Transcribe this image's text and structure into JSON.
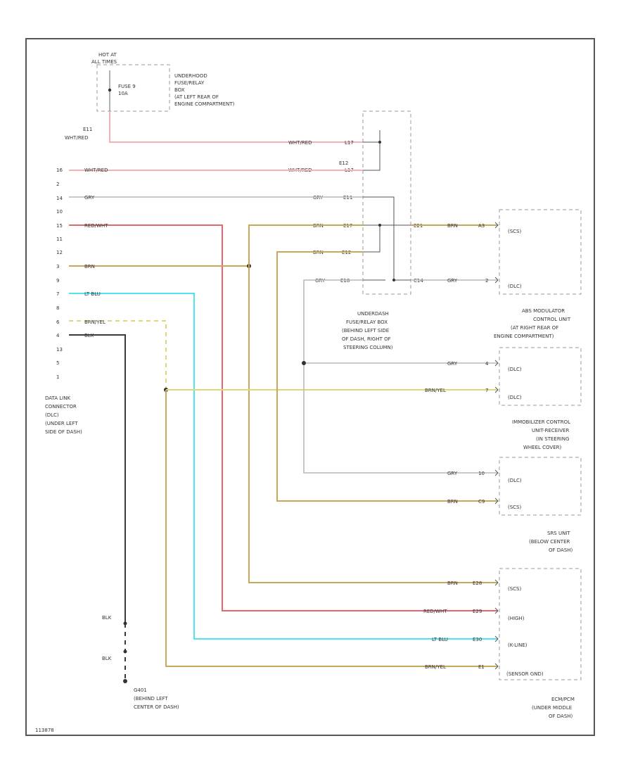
{
  "colors": {
    "pink": "#f4b2b7",
    "red": "#e5666e",
    "grey": "#b9b9b9",
    "brown": "#c9a85c",
    "lt_blue": "#4fe4ef",
    "yellow": "#ddd87a",
    "black": "#3a3a3a",
    "frame": "#555555"
  },
  "fuse_box": {
    "hot_label_1": "HOT AT",
    "hot_label_2": "ALL TIMES",
    "fuse_1": "FUSE 9",
    "fuse_2": "10A",
    "name": [
      "UNDERHOOD",
      "FUSE/RELAY",
      "BOX",
      "(AT LEFT REAR OF",
      "ENGINE COMPARTMENT)"
    ]
  },
  "top_wire": {
    "pin": "E11",
    "color": "WHT/RED",
    "right_label": "WHT/RED",
    "right_pin": "L17"
  },
  "dlc_pins": {
    "numbers": [
      "16",
      "2",
      "14",
      "10",
      "15",
      "11",
      "12",
      "3",
      "9",
      "7",
      "8",
      "6",
      "4",
      "13",
      "5",
      "1"
    ],
    "wire_labels": {
      "wht_red": "WHT/RED",
      "gry": "GRY",
      "red_wht": "RED/WHT",
      "brn": "BRN",
      "lt_blu": "LT BLU",
      "brn_yel": "BRN/YEL",
      "blk": "BLK"
    }
  },
  "dlc_name": [
    "DATA LINK",
    "CONNECTOR",
    "(DLC)",
    "(UNDER LEFT",
    "SIDE OF DASH)"
  ],
  "under_dash_box": {
    "pins_left": [
      "L17",
      "E12",
      "E11",
      "E17",
      "E12",
      "E18"
    ],
    "wire_labels": [
      "WHT/RED",
      "WHT/RED",
      "GRY",
      "BRN",
      "BRN",
      "GRY"
    ],
    "pins_right": [
      "E21",
      "C14"
    ],
    "name": [
      "UNDERDASH",
      "FUSE/RELAY BOX",
      "(BEHIND LEFT SIDE",
      "OF DASH, RIGHT OF",
      "STEERING COLUMN)"
    ]
  },
  "abs": {
    "brn_label": "BRN",
    "brn_pin": "A3",
    "brn_func": "(SCS)",
    "gry_label": "GRY",
    "gry_pin": "2",
    "gry_func": "(DLC)",
    "name": [
      "ABS MODULATOR",
      "CONTROL UNIT",
      "(AT RIGHT REAR OF",
      "ENGINE COMPARTMENT)"
    ]
  },
  "srs": {
    "gry_label": "GRY",
    "gry_pin": "4",
    "gry_func": "(DLC)",
    "yel_label": "BRN/YEL",
    "yel_pin": "7",
    "yel_func": "(DLC)",
    "name": [
      "IMMOBILIZER CONTROL",
      "UNIT-RECEIVER",
      "(IN STEERING",
      "WHEEL COVER)"
    ]
  },
  "immob": {
    "gry_label": "GRY",
    "gry_pin": "10",
    "gry_func": "(DLC)",
    "brn_label": "BRN",
    "brn_pin": "C9",
    "brn_func": "(SCS)",
    "name": [
      "SRS UNIT",
      "(BELOW CENTER",
      "OF DASH)"
    ]
  },
  "ecm": {
    "rows": [
      {
        "label": "BRN",
        "pin": "E28",
        "func": "(SCS)"
      },
      {
        "label": "RED/WHT",
        "pin": "E29",
        "func": "(HIGH)"
      },
      {
        "label": "LT BLU",
        "pin": "E30",
        "func": "(K-LINE)"
      },
      {
        "label": "BRN/YEL",
        "pin": "E1",
        "func": "(SENSOR GND)"
      }
    ],
    "name": [
      "ECM/PCM",
      "(UNDER MIDDLE",
      "OF DASH)"
    ]
  },
  "ground": {
    "blk_1": "BLK",
    "blk_2": "BLK",
    "name": [
      "G401",
      "(BEHIND LEFT",
      "CENTER OF DASH)"
    ]
  },
  "figure_id": "113878"
}
